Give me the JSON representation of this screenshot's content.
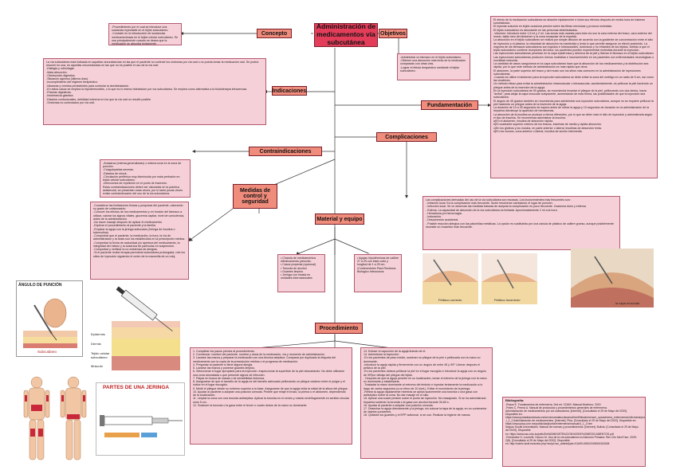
{
  "central": "Administración de medicamentos vía subcutánea",
  "nodes": {
    "concepto": "Concepto",
    "objetivos": "Objetivos",
    "indicaciones": "Indicaciones",
    "fundamentacion": "Fundamentación",
    "contraindicaciones": "Contraindicaciones",
    "complicaciones": "Complicaciones",
    "medidas": "Medidas de control y seguridad",
    "material": "Material y equipo",
    "procedimiento": "Procedimiento"
  },
  "texts": {
    "concepto": "-Procedimiento por el cual se introduce una sustancia inyectable en el tejido subcutáneo.\n-Consiste en la introducción de sustancias medicamentosas en el tejido celular subcutáneo. Se usa principalmente cuando se desea que la medicación se absorba lentamente.",
    "objetivos": "-Administrar un fármaco en el tejido subcutáneo.\n-Obtener una absorción más lenta de la medicación comparado con otras vías.\n-Lograr el efecto terapéutico mediante el tejido subcutáneo.",
    "indicaciones": "La vía subcutánea está indicada en aquellas circunstancias en las que el paciente no controle los síntomas por vía oral o no pueda tomar la medicación oral. Se podría resumir en una, en aquellas circunstancias en las que no es posible el uso de la vía oral:\n-Disfagia y odinofagia.\n-Mala absorción.\n-Obstrucción digestiva.\n-Situación agónica (últimos días).\n-Incumplimiento del régimen terapéutico.\n-Náuseas y vómitos persistentes para controlar la deshidratación.\n-En estos casos se emplea la hipodermoclisis, o lo que es lo mismo hidratación por vía subcutánea. Se emplea como alternativa a la fluidoterapia intravenosa\n-Fístulas digestivas.\n-Intolerancia gástrica.\n-Estados confusionales, debilidad extrema en los que la vía oral no resulte posible.\n-Síntomas no controlados por vía oral.",
    "fundamentacion": "El efecto de la medicación subcutánea se absorbe rápidamente e inicia sus efectos después de media hora de haberse suministrado.\nEl inyectar solución en tejido ocasiona presión sobre las fibras nerviosas y provoca molestias.\nEl tejido subcutáneo es abundante en las personas deshidratadas.\n-Volumen: Introducir entre 1,5 ml y 2 ml. Las zonas más usadas para esta vía son la cara externa del brazo, cara anterior del muslo, tejido laxo del abdomen y la zona escapular de la espalda.\nLa absorción en el tejido subcutáneo se realiza por simple difusión de acuerdo con la gradiente de concentración entre el sitio de inyección y el plasma; la velocidad de absorción es mantenida y lenta lo que permite asegurar un efecto sostenido. La mayoría de los fármacos subcutáneos son líquidos e hidrosolubles, isotónicos y no irritantes de los tejidos. Debido a que el tejido subcutáneo contiene receptores del dolor, los pacientes pueden experimentar molestias durante la inyección.\nLas inyecciones subcutáneas penetran en la capa epidérmica y dérmica de la piel y liberan el fármaco en el tejido subcutáneo.\nLas inyecciones subcutáneas producen menos molestias e inconvenientes en los pacientes con enfermedades neurológicas o movilidad reducida.\nLa cantidad de vasos sanguíneos en la capa subcutánea hace que la absorción de los medicamentos y la distribución sea rápida, por lo que este método de administración es más rápido que otros.\nEl abdomen, la parte superior del brazo y del muslo son los sitios más comunes en la administración de inyecciones subcutáneas.\n-Cuando se utilice el abdomen para la inyección subcutánea se debe evitar la zona del ombligo en un radio de 5 cm, así como las cicatrices.\nUn método eficaz para evitar la administración intramuscular o intravascular, accidentalmente, es pellizcar la piel haciendo un pliegue antes de la inserción de la aguja.\nEn la inyección subcutánea de 90 grados, se recomienda levantar el pliegue de la piel, pellizcando con dos dedos, hacia \"arriba\", para alejar la capa muscular subyacente, aumentando de esta forma, las posibilidades de que la inyección sea subcutánea.\nEl ángulo de 45 grados también se recomienda para administrar una inyección subcutánea, aunque no se requiere pellizcar la piel haciendo un pliegue antes de la inserción de la aguja.\nLa duración de 10 a 30 segundos de espera antes de retirar la aguja y 10 segundos de duración en la administración de la heparina disminuye la aparición de hematomas.\nLa absorción de la insulina se produce a ritmos diferentes, por lo que se debe rotar el sitio de inyección y administrarla según el tipo de insulina. Se recomienda administrar la insulina:\na)En el abdomen, insulina de absorción rápida.\nb)El cuadrante superior externo de los brazos, insulinas de media y rápida absorción.\nc)En los glúteos y los muslos, en parte anterior o lateral, insulinas de absorción lenta.\nd)En los muslos, zona anterior o lateral, insulina de acción intermedia.",
    "contraindicaciones": "-Anasarca (edema generalizado) o edema local en la zona de punción.\n-Coagulopatías severas.\n-Estados de shock.\n-Circulación periférica muy disminuida por mala perfusión en tejido celular subcutáneo.\n-Infecciones de repetición en el punto de inserción.\nEstas contraindicaciones deben ser valoradas en la práctica asistencial, se presentan raras veces; por lo tanto pocas veces existe contraindicación del uso de la vía subcutánea.",
    "complicaciones": "Las complicaciones derivadas del uso de la vía subcutánea son escasas. Los inconvenientes más frecuentes son:\n- Irritación local. Es la complicación más frecuente. Suele resolverse cambiando el lugar de punción.\n- Infección local. Se ve observan las medidas básicas de asepsia la complicación es poco frecuente. Ocasiona dolor y eritema.\n- Edema. La capacidad de absorción de la vía subcutánea es limitada. Aproximadamente 2 ml a la hora.\n- Hematoma y/o hemorragia.\n- Induración.\n- Desconexión accidental.\n- Posible reacción alérgica con las palomillas metálicas. La opción es sustituirlas por una cánula de plástico de calibre grueso, aunque posiblemente necesite un recambio más frecuente.",
    "medidas": "-Considerar las limitaciones físicas y psíquicas del paciente, valorando su grado de colaboración.\n-Conocer los efectos de los medicamentos y en función del fármaco a utilizar, valorar los signos vitales, glucemia capilar, nivel de consciencia, antes de la administración.\n-No hacer masaje después de aplicar el medicamento.\n-Explicar el procedimiento al paciente y la familia.\n-Emplear la aguja con la jeringa adecuada (Jeringa de insulina o tuberculina)\n-Comprobar que el paciente, la medicación, la hora, la vía de administración y la dosis son los establecidos en la prescripción médica.\n-Comprobar la fecha de caducidad y/o apertura del medicamento, la integridad del mismo y la ausencia de partículas en suspensión.\n-Comprobar y verificar la no existencia de alergias.\n-Si el paciente recibe terapia parenteral subcutánea prolongada, rote los sitios de inyección siguiendo el orden de la manecilla de un reloj.",
    "material1": "• Charola de medicamentos\n•Medicamento prescrito.\n• Casos propenla (opcional)\n• Torunda de alcohol\n• Guantes limpios\n• Jeringa con escala en unidades internacionales",
    "material2": "• Agujas hipodérmicas de calibre 27 a 29 con bisel corto y longitud de 1 a 25 cm.\n•Contenedores Para Residuos Biológico Infecciosos",
    "proc1": "1. Completar los pasos previos al procedimiento.\n2. Corroborar: nombre del paciente, nombre y dosis de la medicación, vía y momento de administración.\n3. Lavarse las manos y preparar la medicación con una técnica aséptica. Comparar por duplicado la etiqueta del medicamento con la copia de la prescripción médica o el programa de medicación.\n4. Preguntar al paciente si tiene alguna alergia.\n5. Lavarse las manos y ponerse guantes limpios.\n6. Seleccionar el lugar apropiado para la inyección. Inspeccionar la superficie de la piel descartando: No debe utilizarse una zona amoratada o que presente signos de infección.\n7. Palpar en busca de masas o de sensibilidad dolorosa.\n8. Asegurarse de que el tamaño de la aguja es del tamaño adecuado pellizcando un pliegue cutáneo entre el pulgar y el índice en el lugar escogido.\n9. Medir el pliegue desde su extremo superior a la base. Asegurarse de que la aguja mida la mitad de la altura del pliegue.\n10. Ayudar al paciente a adoptar una posición cómoda. Pedirle que relaje el brazo, la pierna o el abdomen, dependiendo de la localización.\n11. Limpiar la zona con una torunda antiséptica. Aplicar la torunda en el centro y rotarla centrífugamente en sentido circular unos 5 cm.\n12. Sostener la torunda o la gasa entre el tercer o cuarto dedos de la mano no dominante.",
    "proc2": "13. Extraer el capuchón de la aguja tirando de el.\n14. Administrar la inyección:\n-En los pacientes de peso medio, sostener un pliegue de la piel o pellizcarla con la mano no dominante.\n-Introducir la aguja rápida y firmemente con un ángulo de entre 45 y 90º. Liberar después el pellizco de la piel.\n-En los pacientes obesos pellizcar la piel en el lugar escogido e introducir la aguja con un ángulo de 90ºpor debajo del pliegue del tejido.\n- Después de que la aguja penetre en su localización, tomar el extremo de la jeringa con la mano no dominante y estabilizarla.\n-Trasladar la mano dominante al extremo del émbolo e inyectar lentamente la medicación a lo largo de varios segundos (a un ritmo de 10 s/mL). Evitar el movimiento de la jeringa.\n-Retirar la aguja rápidamente mientras se aplica suavemente una torunda o una gasa con antiséptico sobre la zona. No dar masaje en el sitio.\n15. Aplicar una suave presión sobre el punto de inyección. No masajeado. Si se ha administrado heparina sostener la torunda o la gasa con alcohol durante 30-60 s.\n16. Ayudar al paciente a adoptar una posición cómoda.\n17. Desechar la aguja directamente y la jeringa, sin colocar la tapa de la aguja, en un contenedor de objetos punzantes.\n18. Quitarse los guantes y el EPP adicional, si se usó. Realizar la higiene de manos."
  },
  "images": {
    "angulo_title": "ÁNGULO DE PUNCIÓN",
    "angulo_caption": "Subcutáneo",
    "layers": [
      "Epidermis",
      "Dermis",
      "Tejido celular subcutáneo",
      "Músculo"
    ],
    "jeringa_title": "PARTES DE UNA JERINGA",
    "pellizco_labels": [
      "Pellizco correcto",
      "Pellizco incorrecto"
    ],
    "capa_label": "la capa muscular"
  },
  "bibliografia": {
    "title": "Bibliografía:",
    "lines": [
      "-Rosos E. Fundamentos de enfermería. 2ed ed. CDMX: Manual Moderno; 2015",
      "-Potes C, Perma A. Manual de protocolos y procedimientos generales de enfermería.",
      "Administración de medicamentos por vía subcutánea. [Internet]. [Consultado el 29 de Mayo del 2020].",
      "Disponible en: https://www.juntadeandalucia.es/servicioandaluzdesalud/hrs3/fileadmin/user_upload/area_enfermeria/enfermeria/procedimientos/procedimientos_2012/h7_administracion_medicacion_via_subcutanea.pdf",
      "-i_1_2 Administración de medicamentos. [Internet]. Pisa. [Consultado el 29 de Mayo del 2020]. Disponible en: https://www.pisa.com.mx/publicidad/portal/enfermeria/manual/4_1_2.htm",
      "Seguro Social Universitario. Manual de normas y procedimientos. [Internet]. Bolivia. [Consultado el 29 de Mayo del 2020]. Disponible",
      "en: https://www.ssu.edu.bo/pdfs/Enf/ADMINISTRACION%20DE%20MEDICAMENTOS.pdf",
      "-Fernández H, Lucerelli, Oscuro M. Uso de la vía subcutánea en Atención Primaria. Rev Clín Med Fam. 2009; 2(8). [Consultado el 29 de Mayo del 2020]. Disponible",
      "en: http://scielo.isciii.es/scielo.php?script=sci_arttext&pid=S1699-695X2009000300008"
    ]
  }
}
